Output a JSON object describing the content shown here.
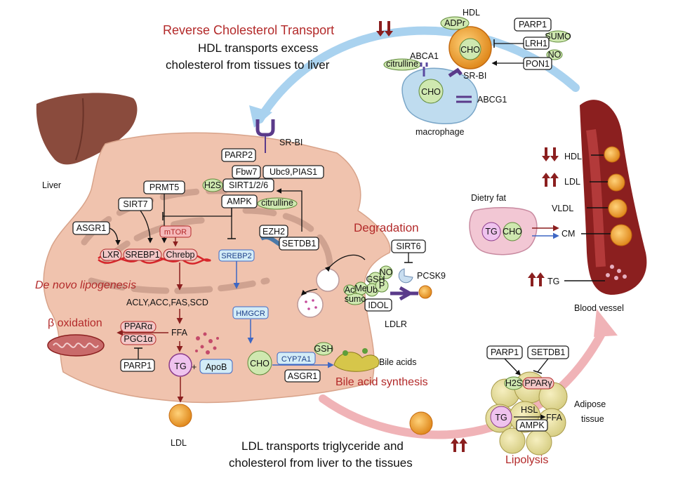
{
  "colors": {
    "red_text": "#b32a2a",
    "liver_brown": "#8a4b3d",
    "cell_fill": "#f0c3ae",
    "blue_arrow": "#3e67c4",
    "dark_red_arrow": "#8b1f1f"
  },
  "rct": {
    "title": "Reverse Cholesterol Transport",
    "line1": "HDL transports excess",
    "line2": "cholesterol from tissues to liver"
  },
  "hdl": {
    "title": "HDL",
    "adpr": "ADPr",
    "cho": "CHO",
    "parp1": "PARP1",
    "sumo": "SUMO",
    "lrh1": "LRH1",
    "no": "NO",
    "pon1": "PON1"
  },
  "macrophage": {
    "abca1": "ABCA1",
    "citrulline": "citrulline",
    "srbi": "SR-BI",
    "cho": "CHO",
    "abcg1": "ABCG1",
    "label": "macrophage"
  },
  "liver": {
    "label": "Liver",
    "srbi": "SR-BI",
    "parp2": "PARP2",
    "fbw7": "Fbw7",
    "ubc9": "Ubc9,PIAS1",
    "h2s": "H2S",
    "sirt126": "SIRT1/2/6",
    "ampk": "AMPK",
    "citrulline": "citrulline",
    "prmt5": "PRMT5",
    "sirt7": "SIRT7",
    "asgr1": "ASGR1",
    "mtor": "mTOR",
    "lxr": "LXR",
    "srebp1": "SREBP1",
    "chrebp": "Chrebp",
    "srebp2": "SREBP2",
    "ezh2": "EZH2",
    "setdb1": "SETDB1",
    "de_novo": "De novo lipogenesis",
    "enzymes": "ACLY,ACC,FAS,SCD",
    "hmgcr": "HMGCR",
    "ffa": "FFA",
    "ppara": "PPARα",
    "pgc1a": "PGC1α",
    "parp1": "PARP1",
    "beta_ox": "β oxidation",
    "tg": "TG",
    "plus": "+",
    "apob": "ApoB",
    "cho": "CHO",
    "cyp7a1": "CYP7A1",
    "gsh": "GSH",
    "asgr1_b": "ASGR1",
    "bile_acids": "Bile acids",
    "bile_synth": "Bile acid synthesis",
    "ldl": "LDL"
  },
  "degradation": {
    "title": "Degradation",
    "sirt6": "SIRT6",
    "pcsk9": "PCSK9",
    "gsh": "GSH",
    "no": "NO",
    "me": "Me",
    "ub": "Ub",
    "ac": "Ac",
    "p": "P",
    "sumo": "sumo",
    "idol": "IDOL",
    "ldlr": "LDLR"
  },
  "blood": {
    "hdl": "HDL",
    "ldl": "LDL",
    "vldl": "VLDL",
    "cm": "CM",
    "tg_arrow": "TG",
    "dietry_fat": "Dietry fat",
    "tg": "TG",
    "cho": "CHO",
    "label": "Blood vessel"
  },
  "adipose": {
    "parp1": "PARP1",
    "setdb1": "SETDB1",
    "h2s": "H2S",
    "ppary": "PPARγ",
    "tg": "TG",
    "hsl": "HSL",
    "ffa": "FFA",
    "ampk": "AMPK",
    "label1": "Adipose",
    "label2": "tissue",
    "lipolysis": "Lipolysis"
  },
  "ldl_transport": {
    "line1": "LDL transports triglyceride and",
    "line2": "cholesterol from liver to the tissues"
  }
}
